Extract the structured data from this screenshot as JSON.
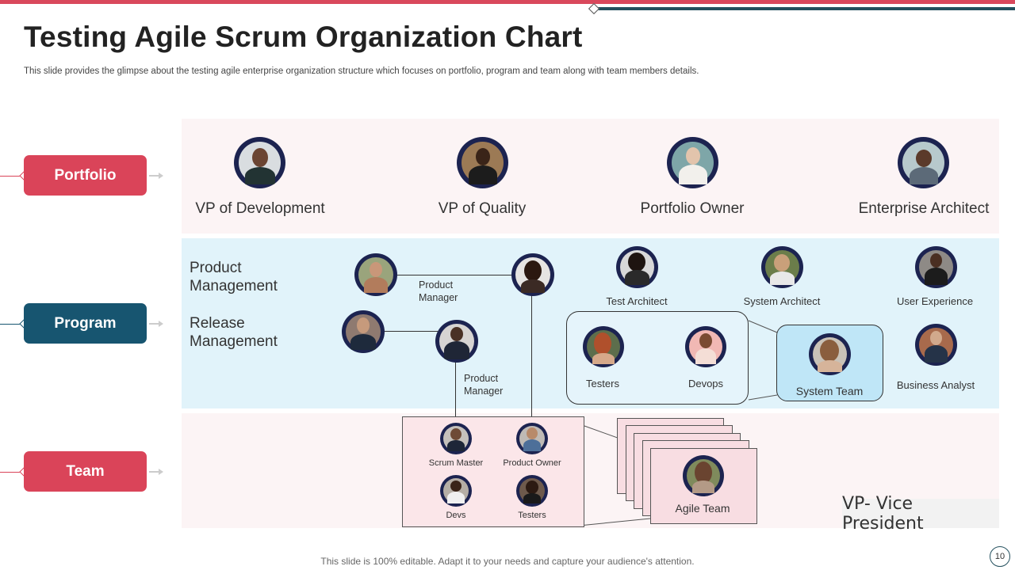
{
  "header": {
    "title": "Testing Agile Scrum Organization Chart",
    "subtitle": "This slide provides the glimpse about the testing agile enterprise organization structure which focuses on portfolio, program and team along with team members details."
  },
  "colors": {
    "accent_red": "#da4459",
    "accent_teal": "#175570",
    "avatar_ring": "#1c2350",
    "portfolio_band": "#fcf4f5",
    "program_band": "#e1f3fa",
    "team_band": "#fcf4f5",
    "system_team_fill": "#bfe6f7"
  },
  "levels": [
    {
      "label": "Portfolio",
      "color": "#da4459"
    },
    {
      "label": "Program",
      "color": "#175570"
    },
    {
      "label": "Team",
      "color": "#da4459"
    }
  ],
  "portfolio": {
    "roles": [
      {
        "label": "VP of Development",
        "icon": "person-photo-icon"
      },
      {
        "label": "VP of Quality",
        "icon": "person-photo-icon"
      },
      {
        "label": "Portfolio Owner",
        "icon": "person-photo-icon"
      },
      {
        "label": "Enterprise Architect",
        "icon": "person-photo-icon"
      }
    ]
  },
  "program": {
    "headings": {
      "product_management": "Product Management",
      "release_management": "Release Management"
    },
    "product_manager_labels": [
      "Product Manager",
      "Product Manager"
    ],
    "roles": [
      {
        "label": "Test Architect"
      },
      {
        "label": "System Architect"
      },
      {
        "label": "User Experience"
      },
      {
        "label": "Business Analyst"
      }
    ],
    "group": [
      {
        "label": "Testers"
      },
      {
        "label": "Devops"
      }
    ],
    "system_team": {
      "label": "System Team"
    }
  },
  "team": {
    "members": [
      {
        "label": "Scrum Master"
      },
      {
        "label": "Product Owner"
      },
      {
        "label": "Devs"
      },
      {
        "label": "Testers"
      }
    ],
    "agile_team": {
      "label": "Agile Team"
    }
  },
  "legend": {
    "text": "VP- Vice President"
  },
  "footer": {
    "text": "This slide is 100% editable. Adapt it to your needs and capture your audience's attention.",
    "page_number": "10"
  }
}
